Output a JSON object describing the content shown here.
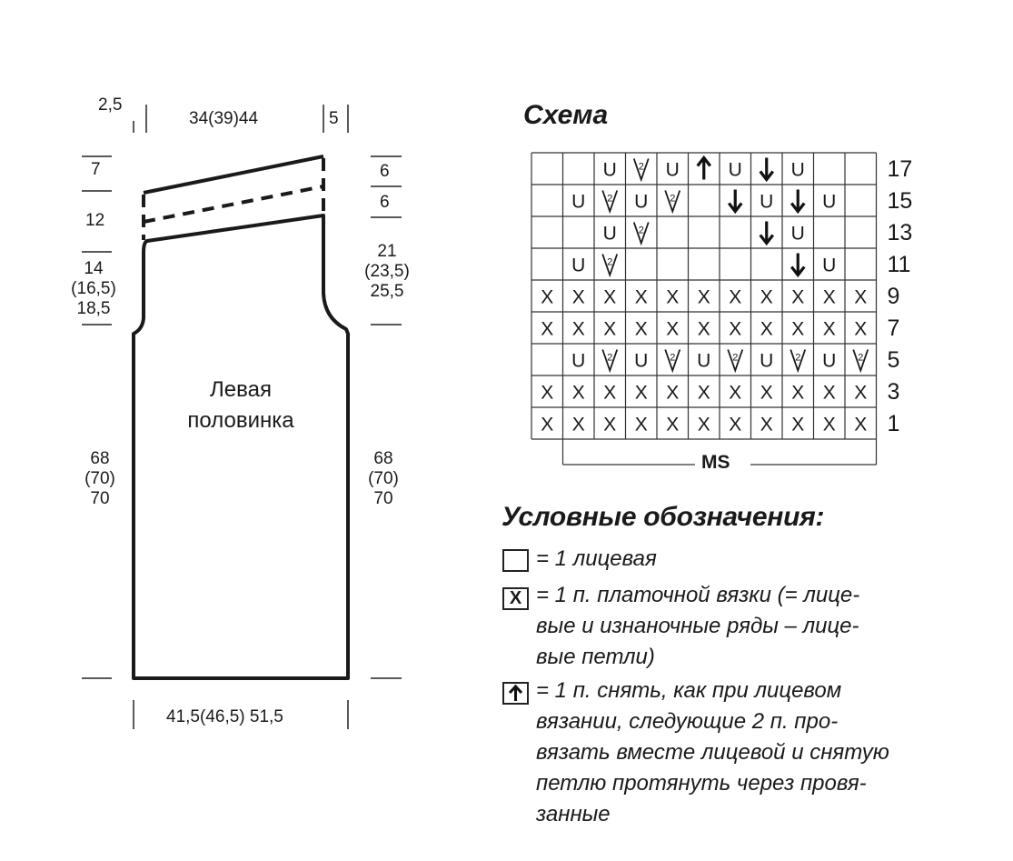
{
  "garment": {
    "title_line1": "Левая",
    "title_line2": "половинка",
    "top_left_small": "2,5",
    "top_width": "34(39)44",
    "top_right_small": "5",
    "left_dims": {
      "d1": "7",
      "d2": "12",
      "d3": [
        "14",
        "(16,5)",
        "18,5"
      ],
      "d4": [
        "68",
        "(70)",
        "70"
      ]
    },
    "right_dims": {
      "d1": "6",
      "d2": "6",
      "d3": [
        "21",
        "(23,5)",
        "25,5"
      ],
      "d4": [
        "68",
        "(70)",
        "70"
      ]
    },
    "bottom_width": "41,5(46,5) 51,5"
  },
  "schema": {
    "title": "Схема",
    "repeat_label": "MS",
    "row_numbers": [
      "17",
      "15",
      "13",
      "11",
      "9",
      "7",
      "5",
      "3",
      "1"
    ],
    "grid": [
      [
        "",
        "",
        "U",
        "V2",
        "U",
        "UP",
        "U",
        "DN",
        "U",
        "",
        ""
      ],
      [
        "",
        "U",
        "V2",
        "U",
        "V2",
        "",
        "DN",
        "U",
        "DN",
        "U",
        ""
      ],
      [
        "",
        "",
        "U",
        "V2",
        "",
        "",
        "",
        "DN",
        "U",
        "",
        ""
      ],
      [
        "",
        "U",
        "V2",
        "",
        "",
        "",
        "",
        "",
        "DN",
        "U",
        ""
      ],
      [
        "X",
        "X",
        "X",
        "X",
        "X",
        "X",
        "X",
        "X",
        "X",
        "X",
        "X"
      ],
      [
        "X",
        "X",
        "X",
        "X",
        "X",
        "X",
        "X",
        "X",
        "X",
        "X",
        "X"
      ],
      [
        "",
        "U",
        "V2",
        "U",
        "V2",
        "U",
        "V2",
        "U",
        "V2",
        "U",
        "V2"
      ],
      [
        "X",
        "X",
        "X",
        "X",
        "X",
        "X",
        "X",
        "X",
        "X",
        "X",
        "X"
      ],
      [
        "X",
        "X",
        "X",
        "X",
        "X",
        "X",
        "X",
        "X",
        "X",
        "X",
        "X"
      ]
    ]
  },
  "legend": {
    "title": "Условные обозначения:",
    "items": [
      {
        "symbol": "",
        "lines": [
          "= 1 лицевая"
        ]
      },
      {
        "symbol": "X",
        "lines": [
          "= 1 п. платочной вязки (= лице-",
          "вые и изнаночные ряды – лице-",
          "вые петли)"
        ]
      },
      {
        "symbol": "up-arrow",
        "lines": [
          "= 1 п. снять, как при лицевом",
          "вязании, следующие 2 п. про-",
          "вязать вместе лицевой и снятую",
          "петлю протянуть через провя-",
          "занные"
        ]
      }
    ]
  }
}
